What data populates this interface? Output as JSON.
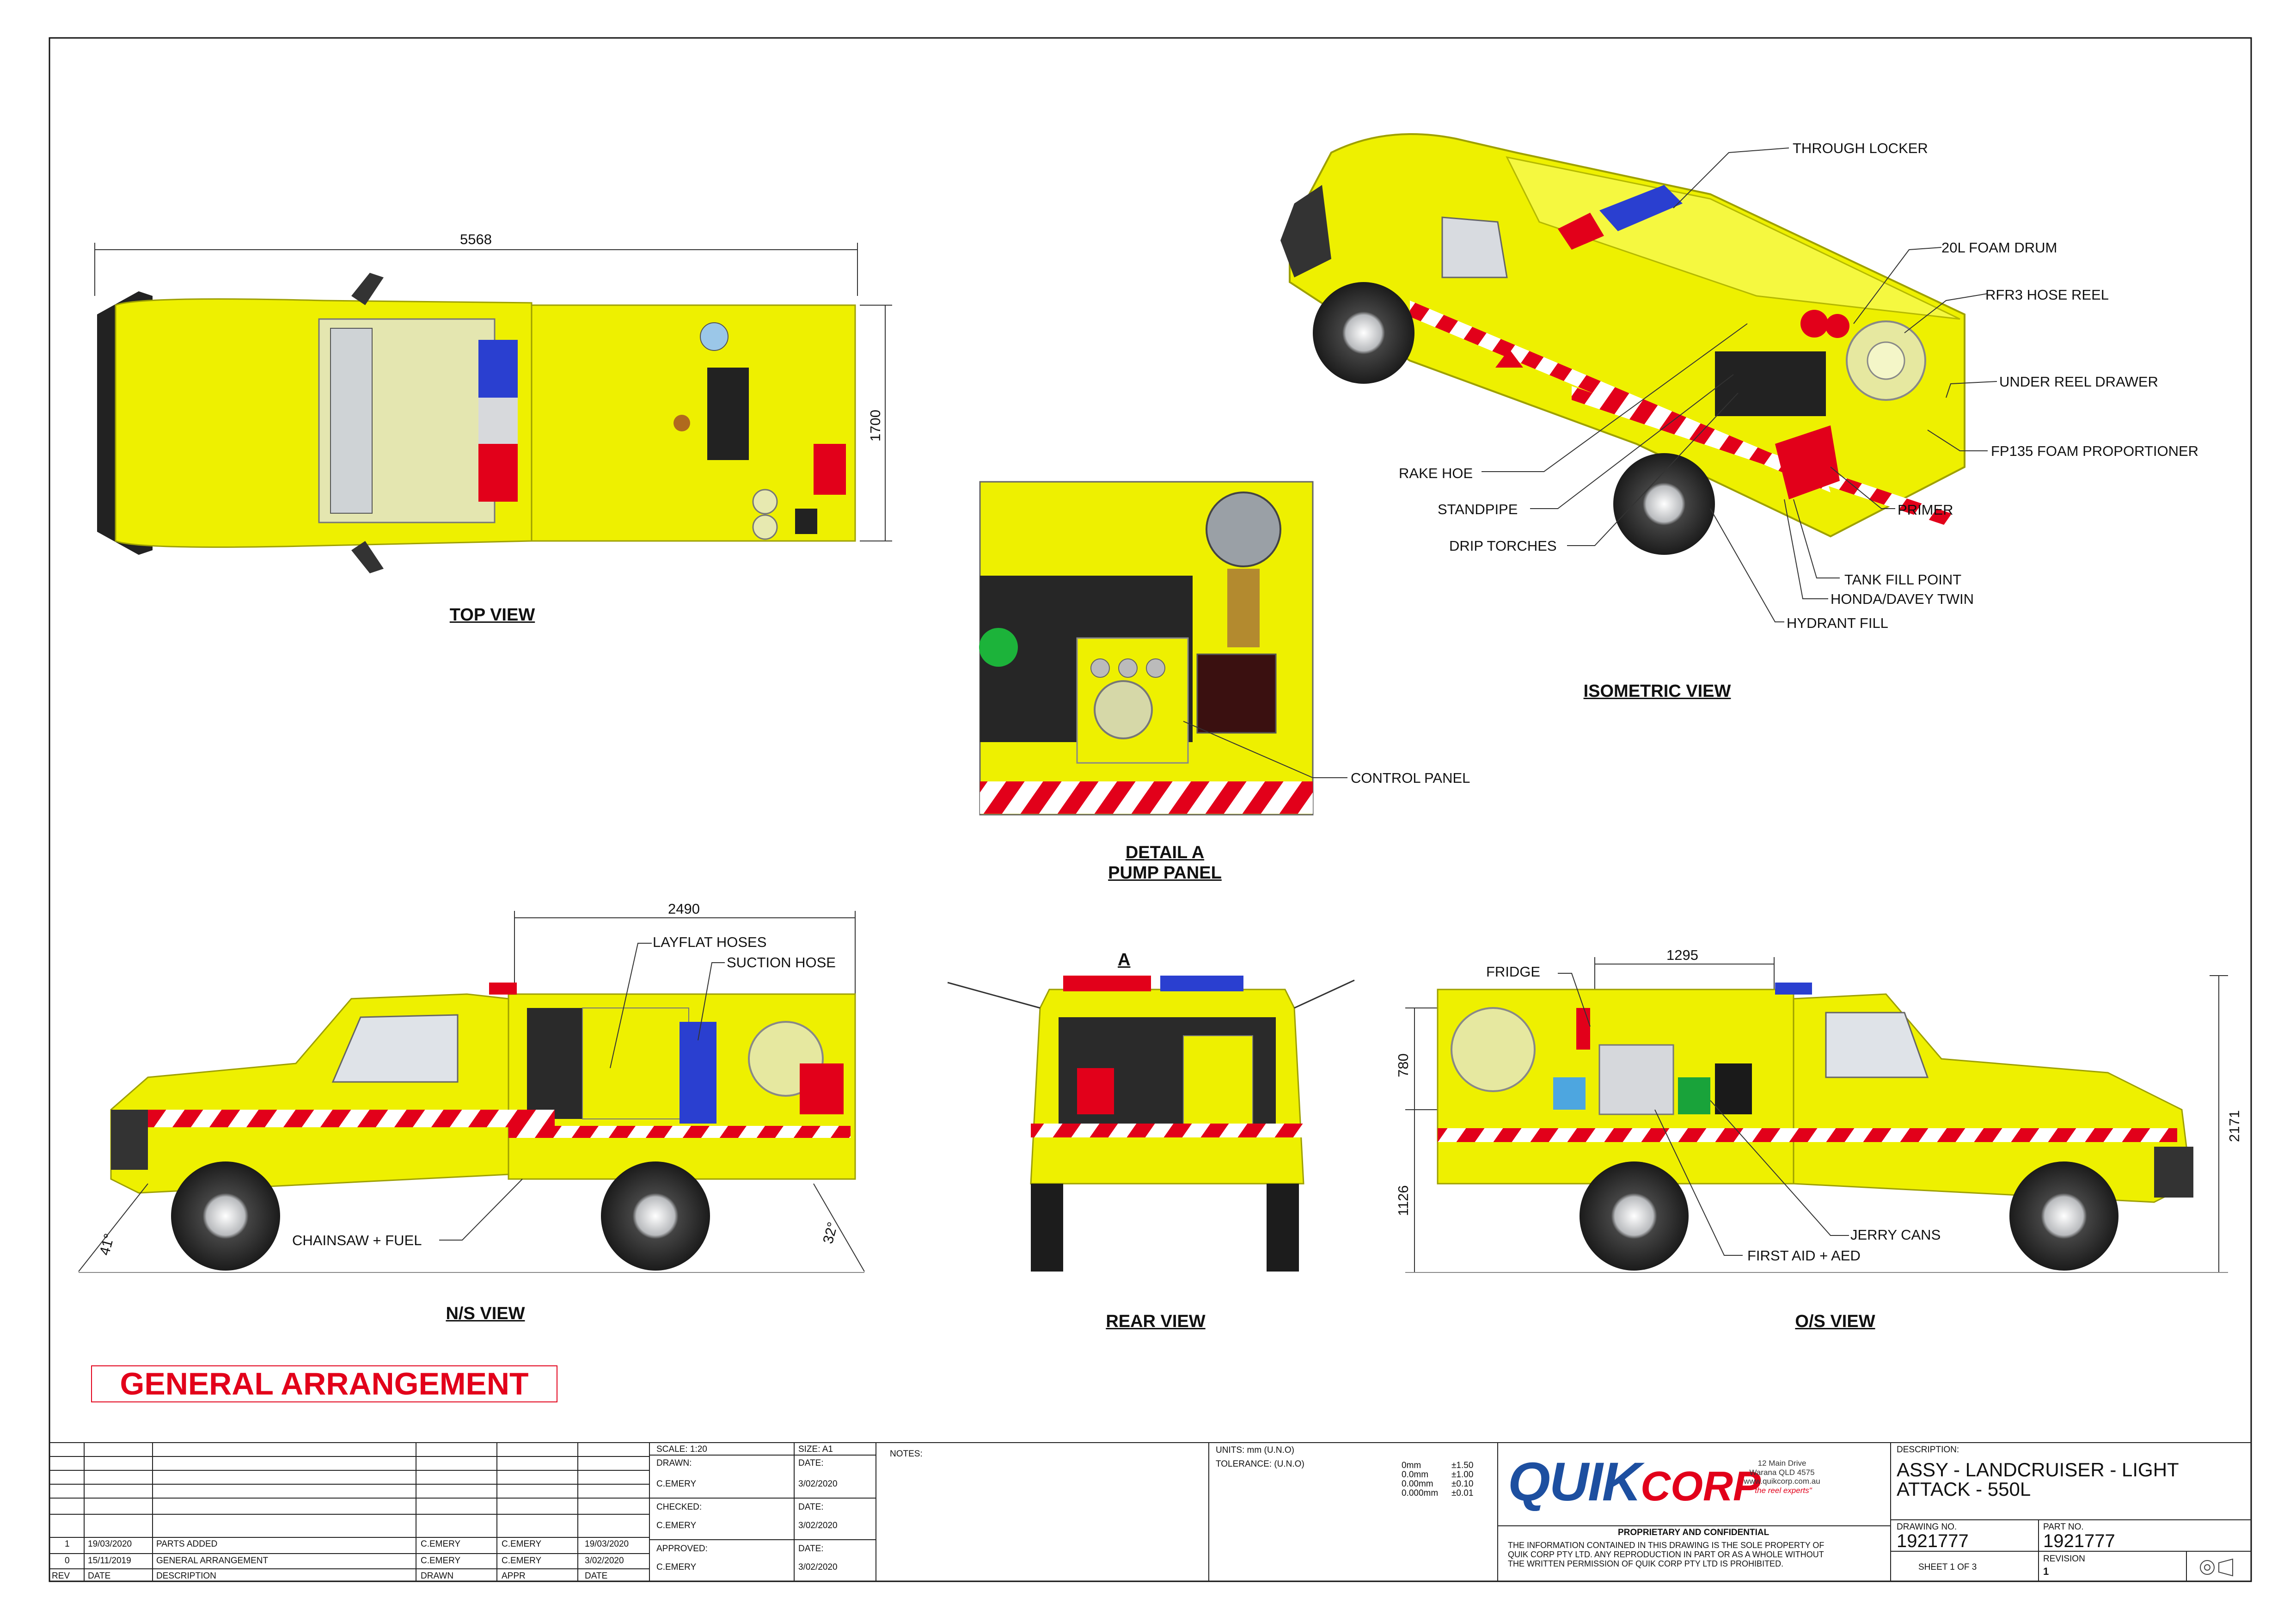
{
  "views": {
    "top": "TOP VIEW",
    "isometric": "ISOMETRIC VIEW",
    "detail_a_line1": "DETAIL A",
    "detail_a_line2": "PUMP PANEL",
    "ns": "N/S VIEW",
    "rear": "REAR VIEW",
    "os": "O/S VIEW"
  },
  "dimensions": {
    "top_length": "5568",
    "top_width": "1700",
    "ns_body": "2490",
    "ns_approach": "41°",
    "ns_departure": "32°",
    "os_body": "1295",
    "os_upper": "780",
    "os_lower": "1126",
    "os_height": "2171"
  },
  "callouts": {
    "through_locker": "THROUGH LOCKER",
    "foam_drum": "20L FOAM DRUM",
    "hose_reel": "RFR3 HOSE REEL",
    "under_reel_drawer": "UNDER REEL DRAWER",
    "foam_proportioner": "FP135 FOAM PROPORTIONER",
    "primer": "PRIMER",
    "rake_hoe": "RAKE HOE",
    "standpipe": "STANDPIPE",
    "drip_torches": "DRIP TORCHES",
    "tank_fill": "TANK FILL POINT",
    "honda_davey": "HONDA/DAVEY TWIN",
    "hydrant_fill": "HYDRANT FILL",
    "control_panel": "CONTROL PANEL",
    "layflat": "LAYFLAT HOSES",
    "suction": "SUCTION HOSE",
    "chainsaw": "CHAINSAW + FUEL",
    "detail_marker": "A",
    "fridge": "FRIDGE",
    "jerry_cans": "JERRY CANS",
    "first_aid": "FIRST AID + AED"
  },
  "general_arrangement": "GENERAL ARRANGEMENT",
  "title_block": {
    "revisions": [
      {
        "rev": "1",
        "date": "19/03/2020",
        "description": "PARTS ADDED",
        "drawn": "C.EMERY",
        "appr": "C.EMERY",
        "appr_date": "19/03/2020"
      },
      {
        "rev": "0",
        "date": "15/11/2019",
        "description": "GENERAL ARRANGEMENT",
        "drawn": "C.EMERY",
        "appr": "C.EMERY",
        "appr_date": "3/02/2020"
      }
    ],
    "rev_headers": {
      "rev": "REV",
      "date": "DATE",
      "description": "DESCRIPTION",
      "drawn": "DRAWN",
      "appr": "APPR",
      "appr_date": "DATE"
    },
    "scale": "SCALE: 1:20",
    "size": "SIZE: A1",
    "drawn_label": "DRAWN:",
    "drawn_by": "C.EMERY",
    "date_label": "DATE:",
    "drawn_date": "3/02/2020",
    "checked_label": "CHECKED:",
    "checked_by": "C.EMERY",
    "checked_date": "3/02/2020",
    "approved_label": "APPROVED:",
    "approved_by": "C.EMERY",
    "approved_date": "3/02/2020",
    "notes_label": "NOTES:",
    "units": "UNITS: mm (U.N.O)",
    "tolerance": "TOLERANCE: (U.N.O)",
    "tolerances": [
      {
        "f": "0mm",
        "v": "±1.50"
      },
      {
        "f": "0.0mm",
        "v": "±1.00"
      },
      {
        "f": "0.00mm",
        "v": "±0.10"
      },
      {
        "f": "0.000mm",
        "v": "±0.01"
      }
    ],
    "logo_q": "QUIK",
    "logo_c": "CORP",
    "address_1": "12 Main Drive",
    "address_2": "Warana QLD 4575",
    "address_3": "www.quikcorp.com.au",
    "address_4": "\"the reel experts\"",
    "proprietary": "PROPRIETARY AND CONFIDENTIAL",
    "prop_text_1": "THE INFORMATION CONTAINED IN THIS DRAWING IS THE SOLE PROPERTY OF",
    "prop_text_2": "QUIK CORP PTY LTD. ANY REPRODUCTION IN PART OR AS A WHOLE WITHOUT",
    "prop_text_3": "THE WRITTEN PERMISSION OF QUIK CORP PTY LTD IS PROHIBITED.",
    "description_label": "DESCRIPTION:",
    "description_1": "ASSY - LANDCRUISER - LIGHT",
    "description_2": "ATTACK - 550L",
    "drawing_no_label": "DRAWING NO.",
    "drawing_no": "1921777",
    "part_no_label": "PART NO.",
    "part_no": "1921777",
    "sheet": "SHEET 1 OF 3",
    "revision_label": "REVISION",
    "revision": "1"
  },
  "colors": {
    "body": "#eef000",
    "body_dark": "#b9bd00",
    "red": "#e2001a",
    "blue": "#2a3fd0",
    "logo_blue": "#1d4fa0"
  }
}
